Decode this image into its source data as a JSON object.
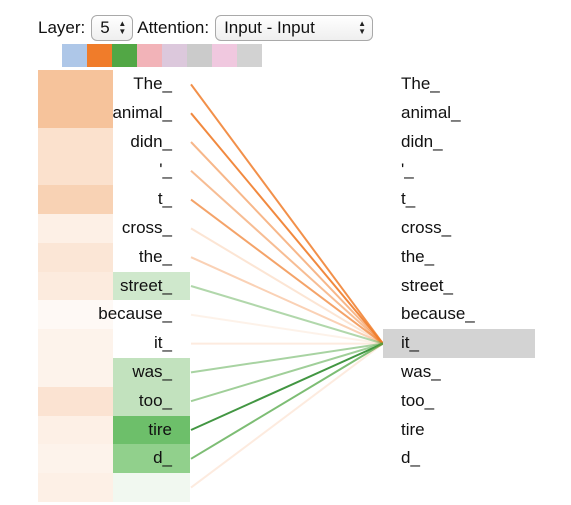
{
  "controls": {
    "layer_label": "Layer:",
    "layer_value": "5",
    "attention_label": "Attention:",
    "attention_value": "Input - Input"
  },
  "head_colors": [
    "#aec7e8",
    "#f07c2a",
    "#52a745",
    "#f2b3b8",
    "#dcc8dc",
    "#cbcbcb",
    "#f0c8df",
    "#d2d2d2"
  ],
  "tokens_left": [
    {
      "text": "The_",
      "heat_left": "#f6c39b",
      "heat_right": "#ffffff"
    },
    {
      "text": "animal_",
      "heat_left": "#f6c39b",
      "heat_right": "#ffffff"
    },
    {
      "text": "didn_",
      "heat_left": "#fbe1cd",
      "heat_right": "#ffffff"
    },
    {
      "text": "'_",
      "heat_left": "#fbe1cd",
      "heat_right": "#ffffff"
    },
    {
      "text": "t_",
      "heat_left": "#f8d2b4",
      "heat_right": "#ffffff"
    },
    {
      "text": "cross_",
      "heat_left": "#fdf0e6",
      "heat_right": "#ffffff"
    },
    {
      "text": "the_",
      "heat_left": "#fbe6d6",
      "heat_right": "#ffffff"
    },
    {
      "text": "street_",
      "heat_left": "#fcebde",
      "heat_right": "#cfe8cc"
    },
    {
      "text": "because_",
      "heat_left": "#fef9f5",
      "heat_right": "#ffffff"
    },
    {
      "text": "it_",
      "heat_left": "#fdf3eb",
      "heat_right": "#ffffff"
    },
    {
      "text": "was_",
      "heat_left": "#fdf3eb",
      "heat_right": "#c2e2be"
    },
    {
      "text": "too_",
      "heat_left": "#fbe3d2",
      "heat_right": "#c2e2be"
    },
    {
      "text": "tire",
      "heat_left": "#fdf0e6",
      "heat_right": "#6dbf6a"
    },
    {
      "text": "d_",
      "heat_left": "#fdf3eb",
      "heat_right": "#91d08c"
    },
    {
      "text": "",
      "heat_left": "#fdf0e6",
      "heat_right": "#f1f8f0"
    }
  ],
  "tokens_right": [
    {
      "text": "The_"
    },
    {
      "text": "animal_"
    },
    {
      "text": "didn_"
    },
    {
      "text": "'_"
    },
    {
      "text": "t_"
    },
    {
      "text": "cross_"
    },
    {
      "text": "the_"
    },
    {
      "text": "street_"
    },
    {
      "text": "because_"
    },
    {
      "text": "it_"
    },
    {
      "text": "was_"
    },
    {
      "text": "too_"
    },
    {
      "text": "tire"
    },
    {
      "text": "d_"
    }
  ],
  "selected_token_index": 9,
  "attention_lines": [
    {
      "from": 0,
      "color": "#f07c2a",
      "opacity": 0.85
    },
    {
      "from": 1,
      "color": "#f07c2a",
      "opacity": 0.9
    },
    {
      "from": 2,
      "color": "#f07c2a",
      "opacity": 0.55
    },
    {
      "from": 3,
      "color": "#f07c2a",
      "opacity": 0.5
    },
    {
      "from": 4,
      "color": "#f07c2a",
      "opacity": 0.7
    },
    {
      "from": 5,
      "color": "#f07c2a",
      "opacity": 0.2
    },
    {
      "from": 6,
      "color": "#f07c2a",
      "opacity": 0.35
    },
    {
      "from": 7,
      "color": "#52a745",
      "opacity": 0.45
    },
    {
      "from": 8,
      "color": "#f07c2a",
      "opacity": 0.1
    },
    {
      "from": 9,
      "color": "#f07c2a",
      "opacity": 0.15
    },
    {
      "from": 10,
      "color": "#52a745",
      "opacity": 0.5
    },
    {
      "from": 11,
      "color": "#52a745",
      "opacity": 0.55
    },
    {
      "from": 12,
      "color": "#2e8b2e",
      "opacity": 0.9
    },
    {
      "from": 13,
      "color": "#52a745",
      "opacity": 0.75
    },
    {
      "from": 14,
      "color": "#f07c2a",
      "opacity": 0.15
    }
  ]
}
